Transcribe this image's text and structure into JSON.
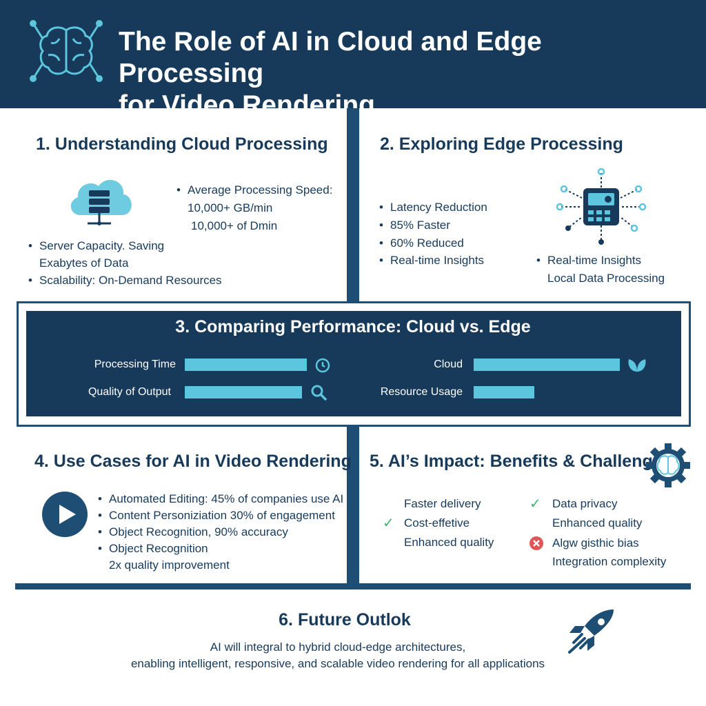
{
  "header": {
    "title_line1": "The Role of AI in Cloud and Edge Processing",
    "title_line2": "for Video Rendering",
    "icon": "brain-network-icon"
  },
  "section1": {
    "heading": "1. Understanding Cloud Processing",
    "icon": "cloud-server-icon",
    "speed_label": "Average Processing Speed:",
    "speed_value1": "10,000+ GB/min",
    "speed_value2": "10,000+ of Dmin",
    "capacity_line1": "Server Capacity. Saving",
    "capacity_line2": "Exabytes of Data",
    "scalability": "Scalability: On-Demand Resources"
  },
  "section2": {
    "heading": "2. Exploring Edge Processing",
    "icon": "edge-device-icon",
    "items": [
      "Latency Reduction",
      "85% Faster",
      "60% Reduced",
      "Real-time Insights"
    ],
    "right_line1": "Real-time Insights",
    "right_line2": "Local Data Processing"
  },
  "section3": {
    "heading": "3. Comparing Performance: Cloud vs. Edge",
    "metrics": [
      {
        "label": "Processing Time",
        "icon": "clock-icon"
      },
      {
        "label": "Quality of Output",
        "icon": "magnifier-icon"
      },
      {
        "label": "Cloud",
        "icon": "leaf-icon"
      },
      {
        "label": "Resource Usage",
        "icon": ""
      }
    ]
  },
  "section4": {
    "heading": "4. Use Cases for AI in Video Rendering",
    "icon": "play-button-icon",
    "items": [
      "Automated Editing: 45% of companies use AI",
      "Content Personiziation 30% of engagement",
      "Object Recognition,   90% accuracy",
      "Object Recognition"
    ],
    "sub_item": "2x quality improvement"
  },
  "section5": {
    "heading": "5. AI’s Impact: Benefits & Challenges",
    "icon": "gear-brain-icon",
    "benefits": [
      "Faster delivery",
      "Cost-effetive",
      "Enhanced quality"
    ],
    "challenges": [
      "Data privacy",
      "Enhanced quality",
      "Algw gisthic bias",
      "Integration complexity"
    ],
    "colors": {
      "check": "#3bb56b",
      "cross": "#e05555"
    }
  },
  "section6": {
    "heading": "6. Future Outlok",
    "icon": "rocket-icon",
    "line1": "AI will integral to hybrid cloud-edge architectures,",
    "line2": "enabling intelligent, responsive, and scalable video rendering for all applications"
  },
  "colors": {
    "navy": "#173a5a",
    "frame": "#1f4e74",
    "accent": "#5cc6de"
  }
}
